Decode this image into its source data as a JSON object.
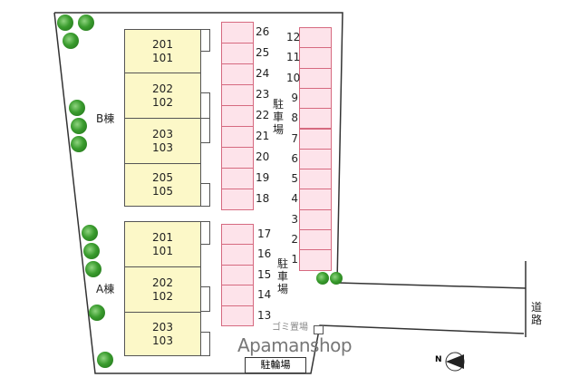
{
  "buildings": {
    "b_label": "B棟",
    "a_label": "A棟",
    "b_units": [
      [
        "201",
        "101"
      ],
      [
        "202",
        "102"
      ],
      [
        "203",
        "103"
      ],
      [
        "205",
        "105"
      ]
    ],
    "a_units": [
      [
        "201",
        "101"
      ],
      [
        "202",
        "102"
      ],
      [
        "203",
        "103"
      ]
    ]
  },
  "parking": {
    "label": "駐車場",
    "upper_left": [
      "26",
      "25",
      "24",
      "23",
      "22",
      "21",
      "20",
      "19",
      "18"
    ],
    "lower_left": [
      "17",
      "16",
      "15",
      "14",
      "13"
    ],
    "right": [
      "12",
      "11",
      "10",
      "9",
      "8",
      "7",
      "6",
      "5",
      "4",
      "3",
      "2",
      "1"
    ],
    "slot_color": "#fde3ea",
    "slot_border": "#d66a80"
  },
  "garbage_label": "ゴミ置場",
  "bicycle_label": "駐輪場",
  "road_label": "道路",
  "compass_label": "N",
  "watermark": "Apamanshop",
  "tree_color": "#3a9c2e"
}
